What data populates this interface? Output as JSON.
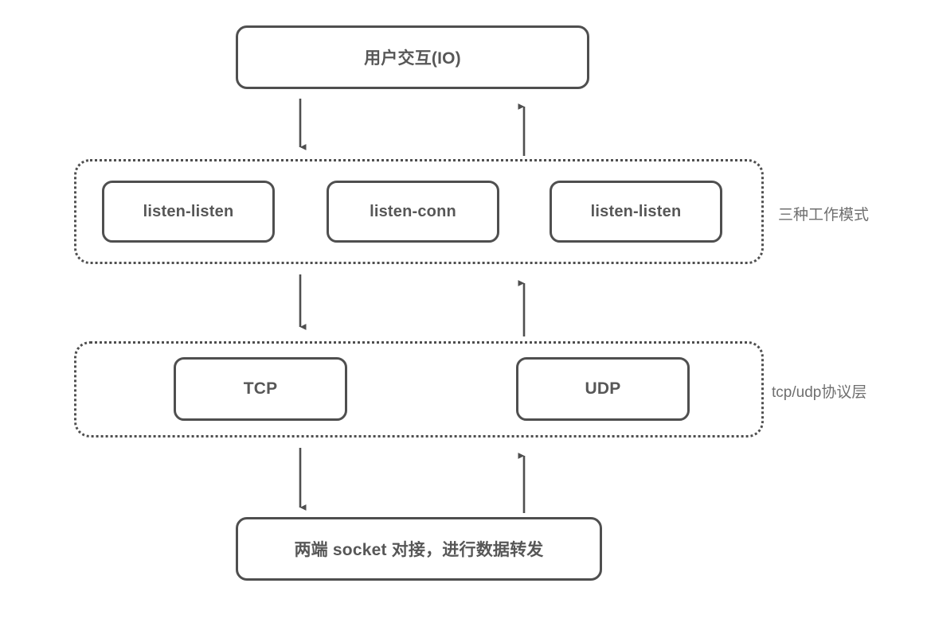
{
  "diagram": {
    "title_box": {
      "label": "用户交互(IO)"
    },
    "mode_group": {
      "side_label": "三种工作模式",
      "boxes": [
        {
          "label": "listen-listen"
        },
        {
          "label": "listen-conn"
        },
        {
          "label": "listen-listen"
        }
      ]
    },
    "protocol_group": {
      "side_label": "tcp/udp协议层",
      "boxes": [
        {
          "label": "TCP"
        },
        {
          "label": "UDP"
        }
      ]
    },
    "socket_box": {
      "label": "两端 socket 对接，进行数据转发"
    },
    "arrows": [
      {
        "name": "io-to-modes",
        "direction": "down"
      },
      {
        "name": "modes-to-io",
        "direction": "up"
      },
      {
        "name": "modes-to-protocol",
        "direction": "down"
      },
      {
        "name": "protocol-to-modes",
        "direction": "up"
      },
      {
        "name": "protocol-to-socket",
        "direction": "down"
      },
      {
        "name": "socket-to-protocol",
        "direction": "up"
      }
    ],
    "colors": {
      "stroke": "#4f4f4f",
      "text": "#575757",
      "side_label_text": "#6f6f6f",
      "background": "#ffffff"
    }
  }
}
